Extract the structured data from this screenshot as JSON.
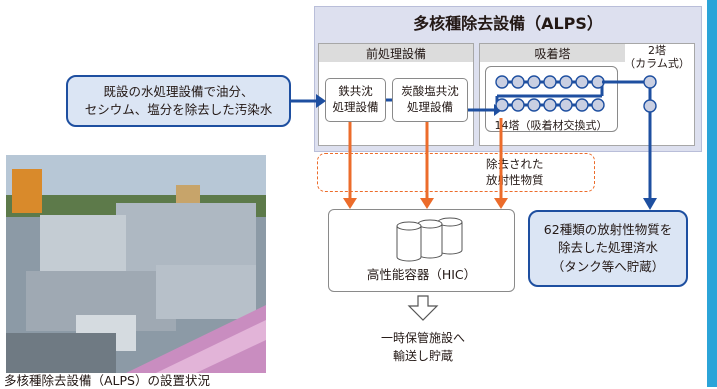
{
  "alps": {
    "title": "多核種除去設備（ALPS）",
    "pretreatment": {
      "header": "前処理設備",
      "iron_unit": "鉄共沈\n処理設備",
      "carbonate_unit": "炭酸塩共沈\n処理設備"
    },
    "adsorption": {
      "header": "吸着塔",
      "caption_14": "14塔（吸着材交換式）",
      "caption_2": "2塔\n（カラム式）"
    }
  },
  "input_water": "既設の水処理設備で油分、\nセシウム、塩分を除去した汚染水",
  "removed_materials": "除去された\n放射性物質",
  "hic_label": "高性能容器（HIC）",
  "treated_water": "62種類の放射性物質を\n除去した処理済水\n（タンク等へ貯蔵）",
  "storage_note": "一時保管施設へ\n輸送し貯蔵",
  "photo_caption": "多核種除去設備（ALPS）の設置状況",
  "colors": {
    "blue_flow": "#1e4fa0",
    "orange_flow": "#ec6c2b",
    "light_blue_fill": "#dbe5f4",
    "alps_fill": "#dde0ef",
    "header_gray": "#dcdcdc",
    "side_rule": "#2ba4d8"
  }
}
